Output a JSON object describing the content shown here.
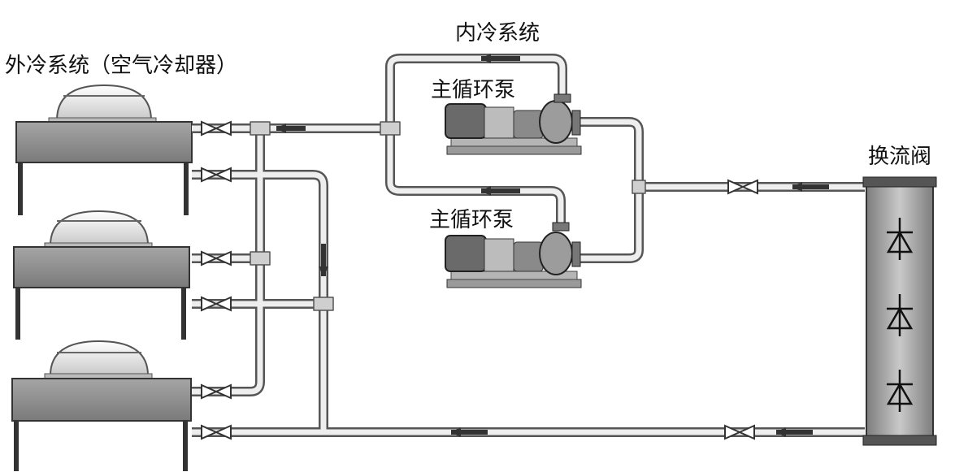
{
  "labels": {
    "external_cooling": "外冷系统（空气冷却器）",
    "internal_cooling": "内冷系统",
    "pump_top": "主循环泵",
    "pump_bottom": "主循环泵",
    "converter_valve": "换流阀"
  },
  "colors": {
    "pipe_outline": "#555555",
    "pipe_fill": "#e8e8e8",
    "cooler_body": "#8c8c8c",
    "motor": "#6a6a6a",
    "valve_column": "#a9a9a9"
  },
  "icons": [
    "fan-icon",
    "valve-icon",
    "thyristor-icon",
    "flow-arrow-icon"
  ]
}
